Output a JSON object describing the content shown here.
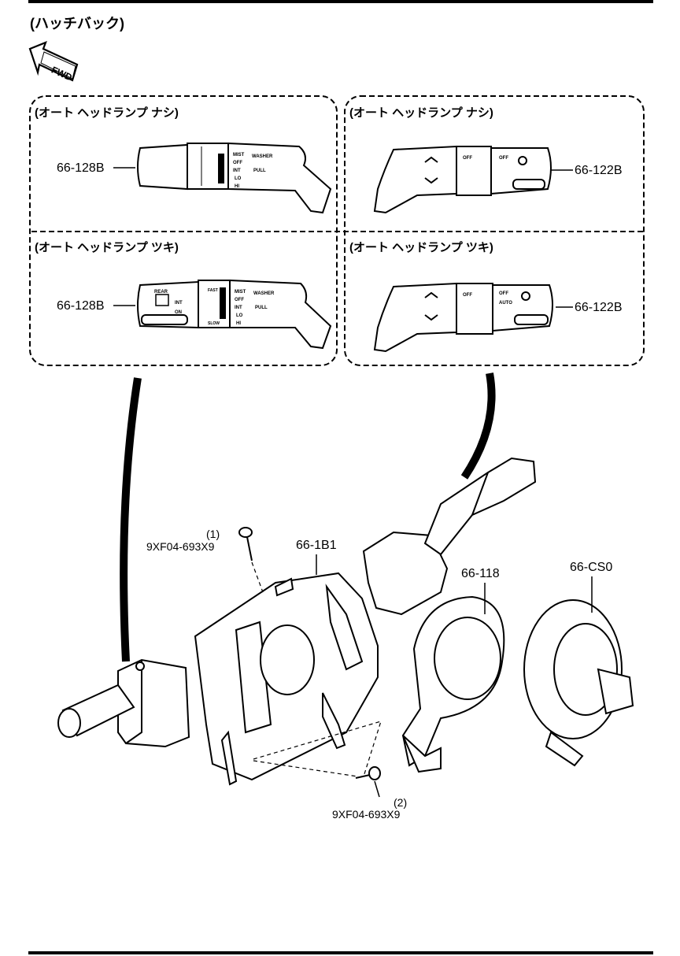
{
  "header": {
    "title": "(ハッチバック)",
    "fwd_label": "FWD"
  },
  "panels": [
    {
      "label": "(オート ヘッドランプ ナシ)",
      "part": "66-128B"
    },
    {
      "label": "(オート ヘッドランプ ナシ)",
      "part": "66-122B"
    },
    {
      "label": "(オート ヘッドランプ ツキ)",
      "part": "66-128B"
    },
    {
      "label": "(オート ヘッドランプ ツキ)",
      "part": "66-122B"
    }
  ],
  "switch_marks": {
    "wiper": [
      "MIST",
      "OFF",
      "INT",
      "LO",
      "HI",
      "WASHER",
      "PULL",
      "REAR",
      "ON",
      "FAST",
      "SLOW"
    ],
    "light": [
      "OFF",
      "AUTO"
    ]
  },
  "parts": {
    "combo_body": "66-1B1",
    "clock_spring_holder": "66-118",
    "clock_spring": "66-CS0",
    "screw_1": {
      "index": "(1)",
      "number": "9XF04-693X9"
    },
    "screw_2": {
      "index": "(2)",
      "number": "9XF04-693X9"
    }
  }
}
